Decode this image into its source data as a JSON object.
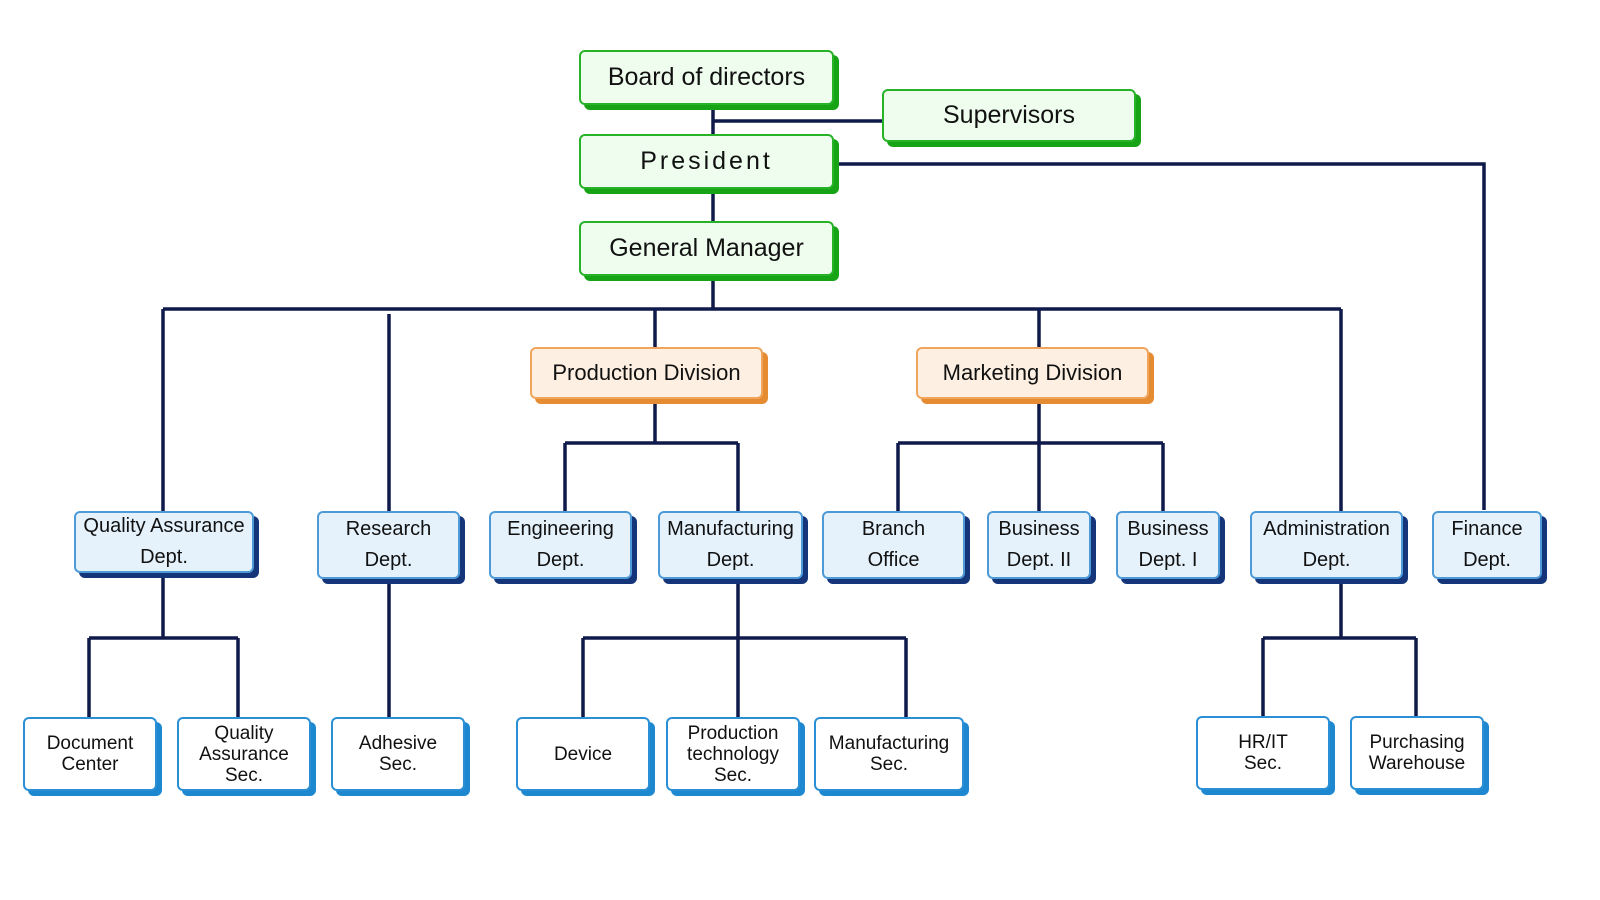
{
  "nodes": {
    "board": "Board of directors",
    "supervisors": "Supervisors",
    "president": "President",
    "gm": "General Manager",
    "production_division": "Production Division",
    "marketing_division": "Marketing Division",
    "qa_dept": "Quality Assurance\nDept.",
    "research_dept": "Research\nDept.",
    "engineering_dept": "Engineering\nDept.",
    "manufacturing_dept": "Manufacturing\nDept.",
    "branch_office": "Branch\nOffice",
    "business_dept_2": "Business\nDept. II",
    "business_dept_1": "Business\nDept. I",
    "administration_dept": "Administration\nDept.",
    "finance_dept": "Finance\nDept.",
    "document_center": "Document\nCenter",
    "qa_sec": "Quality\nAssurance\nSec.",
    "adhesive_sec": "Adhesive\nSec.",
    "device": "Device",
    "production_technology_sec": "Production\ntechnology\nSec.",
    "manufacturing_sec": "Manufacturing\nSec.",
    "hr_it_sec": "HR/IT\nSec.",
    "purchasing_warehouse": "Purchasing\nWarehouse"
  },
  "colors": {
    "connector": "#0f1a4a",
    "executive_fill": "#eefdee",
    "executive_edge": "#16a316",
    "division_fill": "#fdf0e2",
    "division_edge": "#e58c33",
    "department_fill": "#e5f2fc",
    "department_edge": "#15357a",
    "section_fill": "#ffffff",
    "section_edge": "#1d88cf"
  }
}
